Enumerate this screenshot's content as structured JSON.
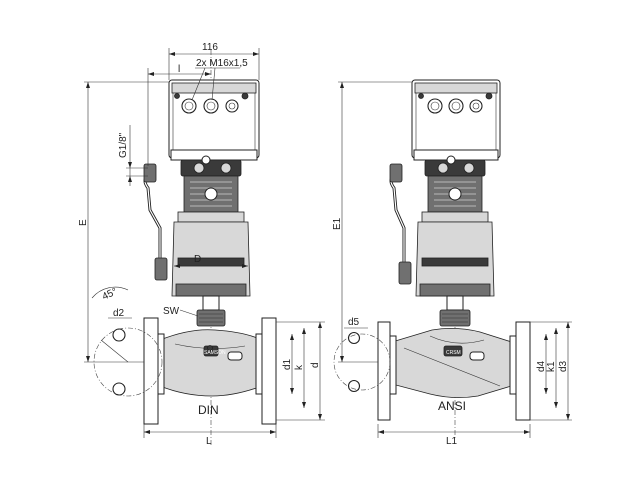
{
  "labels": {
    "dim_116": "116",
    "conduit": "2x M16x1,5",
    "dim_l": "l",
    "g18": "G1/8\"",
    "dim_e": "E",
    "dim_e1": "E1",
    "dim_d_cap": "D",
    "angle_45": "45°",
    "d2": "d2",
    "d5": "d5",
    "sw": "SW",
    "d1": "d1",
    "k": "k",
    "d": "d",
    "d4": "d4",
    "k1": "k1",
    "d3": "d3",
    "din": "DIN",
    "ansi": "ANSI",
    "len_l": "L",
    "len_l1": "L1",
    "badge_left": "SAMSON",
    "badge_right": "CRSM"
  }
}
